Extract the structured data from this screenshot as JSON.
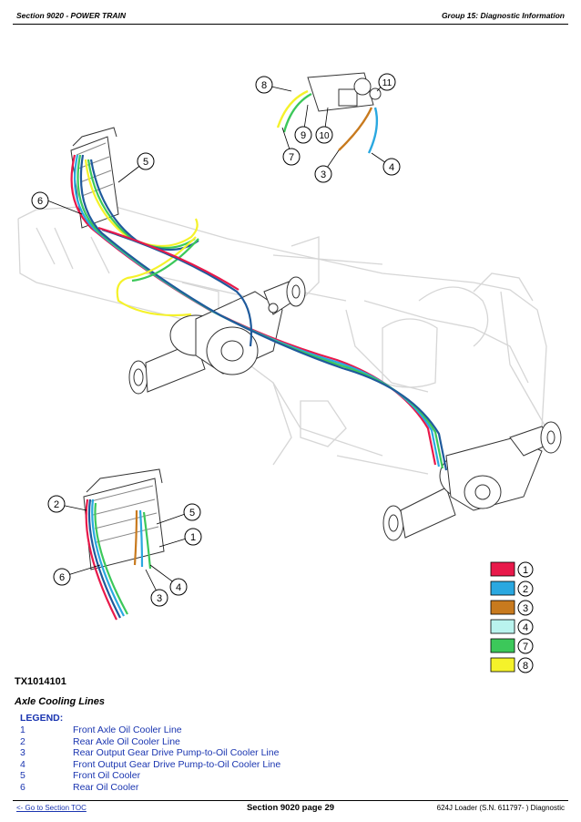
{
  "header": {
    "section": "Section 9020 - POWER TRAIN",
    "group": "Group 15: Diagnostic Information"
  },
  "figure": {
    "id": "TX1014101",
    "callouts": {
      "one": "1",
      "two": "2",
      "three": "3",
      "four": "4",
      "five": "5",
      "six": "6",
      "seven": "7",
      "eight": "8",
      "nine": "9",
      "ten": "10",
      "eleven": "11"
    },
    "color_key": [
      {
        "color": "#e8194a",
        "number": "1"
      },
      {
        "color": "#2aa8e0",
        "number": "2"
      },
      {
        "color": "#c87a1e",
        "number": "3"
      },
      {
        "color": "#b9f3ee",
        "number": "4"
      },
      {
        "color": "#3cc85a",
        "number": "7"
      },
      {
        "color": "#f5f22a",
        "number": "8"
      }
    ]
  },
  "caption": "Axle Cooling Lines",
  "legend": {
    "title": "LEGEND:",
    "items": [
      {
        "number": "1",
        "label": "Front Axle Oil Cooler Line"
      },
      {
        "number": "2",
        "label": "Rear Axle Oil Cooler Line"
      },
      {
        "number": "3",
        "label": "Rear Output Gear Drive Pump-to-Oil Cooler Line"
      },
      {
        "number": "4",
        "label": "Front Output Gear Drive Pump-to-Oil Cooler Line"
      },
      {
        "number": "5",
        "label": "Front Oil Cooler"
      },
      {
        "number": "6",
        "label": "Rear Oil Cooler"
      }
    ]
  },
  "footer": {
    "toc_link": "<- Go to Section TOC",
    "page": "Section 9020 page 29",
    "model": "624J Loader (S.N. 611797- ) Diagnostic"
  }
}
